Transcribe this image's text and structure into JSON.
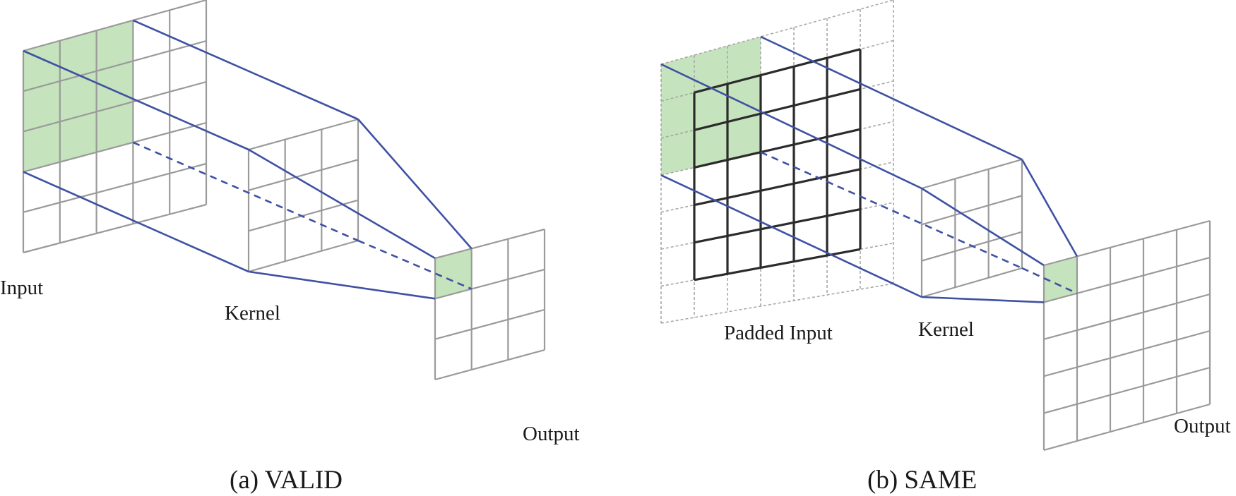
{
  "panels": [
    {
      "id": "valid",
      "caption": "(a) VALID",
      "input_label": "Input",
      "kernel_label": "Kernel",
      "output_label": "Output",
      "input_grid": [
        5,
        5
      ],
      "kernel_grid": [
        3,
        3
      ],
      "output_grid": [
        3,
        3
      ]
    },
    {
      "id": "same",
      "caption": "(b) SAME",
      "input_label": "Padded Input",
      "kernel_label": "Kernel",
      "output_label": "Output",
      "input_grid": [
        7,
        7
      ],
      "inner_grid": [
        5,
        5
      ],
      "kernel_grid": [
        3,
        3
      ],
      "output_grid": [
        5,
        5
      ]
    }
  ],
  "colors": {
    "grid": "#9a9a9a",
    "inner_grid": "#2b2b2b",
    "padding_grid": "#a8a8a8",
    "highlight": "#c5e3bc",
    "projection": "#3f51a3",
    "text": "#1a1a1a"
  }
}
